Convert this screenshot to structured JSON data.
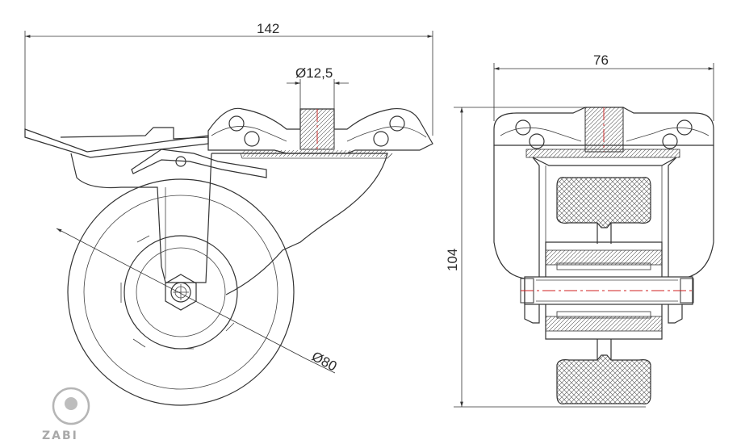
{
  "dimensions": {
    "total_width": "142",
    "bore_diameter": "Ø12,5",
    "side_width": "76",
    "height": "104",
    "wheel_diameter": "Ø80"
  },
  "logo": {
    "text": "ZABI"
  }
}
